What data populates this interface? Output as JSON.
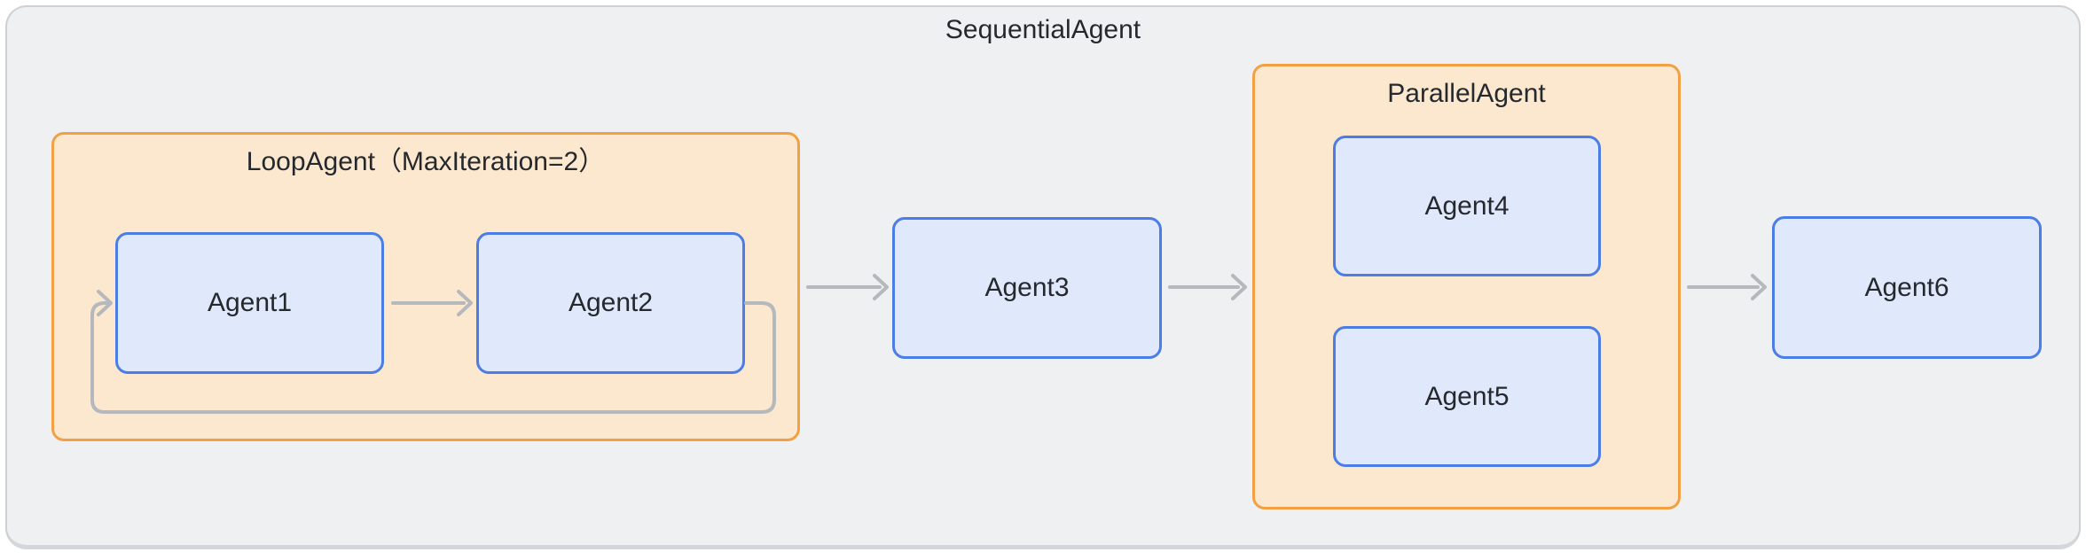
{
  "sequential": {
    "label": "SequentialAgent"
  },
  "loop": {
    "label": "LoopAgent（MaxIteration=2）"
  },
  "parallel": {
    "label": "ParallelAgent"
  },
  "nodes": {
    "agent1": "Agent1",
    "agent2": "Agent2",
    "agent3": "Agent3",
    "agent4": "Agent4",
    "agent5": "Agent5",
    "agent6": "Agent6"
  },
  "edges": [
    {
      "from": "Agent1",
      "to": "Agent2",
      "type": "arrow"
    },
    {
      "from": "Agent2",
      "to": "Agent1",
      "type": "loop-feedback-arrow"
    },
    {
      "from": "LoopAgent",
      "to": "Agent3",
      "type": "arrow"
    },
    {
      "from": "Agent3",
      "to": "ParallelAgent",
      "type": "arrow"
    },
    {
      "from": "ParallelAgent",
      "to": "Agent6",
      "type": "arrow"
    }
  ],
  "colors": {
    "canvas_fill": "#EEF0F2",
    "canvas_border": "#CDD1D6",
    "group_fill": "#FBE8CE",
    "group_border": "#F2A043",
    "node_fill": "#E0E9FB",
    "node_border": "#4C7CE5",
    "arrow": "#B5B8BC",
    "text": "#25292E"
  }
}
